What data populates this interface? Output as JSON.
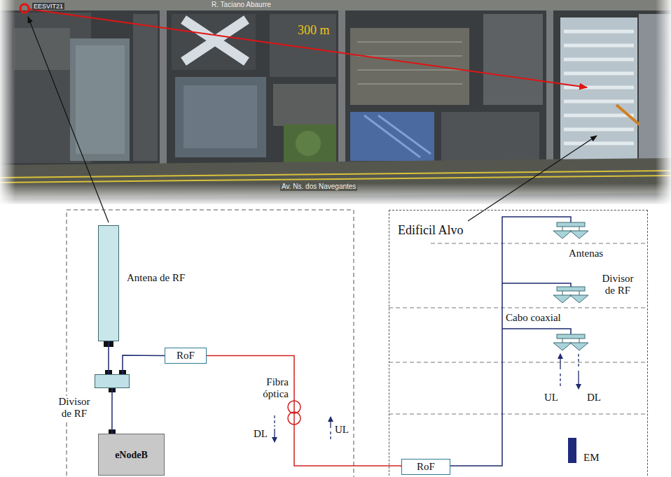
{
  "diagram": {
    "nodes": [
      {
        "text": [
          "Antena de RF"
        ]
      },
      {
        "text": [
          "Divisor de RF"
        ]
      },
      {
        "text": [
          "eNodeB"
        ]
      },
      {
        "text": [
          "RoF"
        ]
      },
      {
        "text": [
          "Edificil Alvo"
        ]
      },
      {
        "text": [
          "RoF"
        ],
        "in": 4
      },
      {
        "text": [
          "EM"
        ],
        "in": 4
      }
    ],
    "edges": [
      {
        "from": 0,
        "to": 1,
        "arrow": "none"
      },
      {
        "from": 1,
        "to": 2,
        "arrow": "none"
      },
      {
        "from": 1,
        "to": 3,
        "arrow": "none"
      },
      {
        "from": 3,
        "to": 5,
        "arrow": "none"
      }
    ],
    "labels": [
      "EESVIT21",
      "R. Taciano Abaurre",
      "300 m",
      "Av. Ns. dos Navegantes",
      "Fibra óptica",
      "DL",
      "UL",
      "Antenas",
      "Divisor de RF",
      "Cabo coaxial",
      "UL",
      "DL"
    ]
  }
}
